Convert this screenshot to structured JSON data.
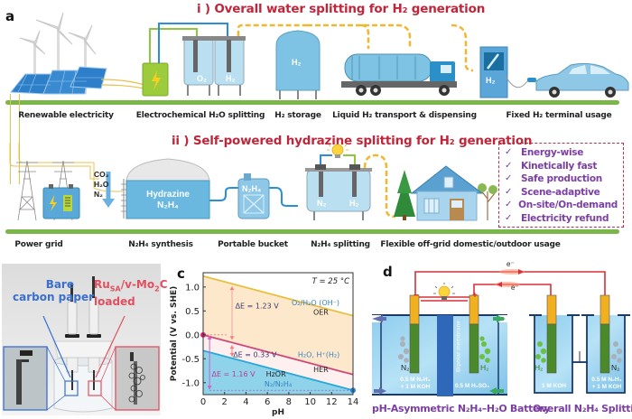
{
  "panel_a": {
    "letter": "a",
    "row1": {
      "title": "i ) Overall water splitting for H₂ generation",
      "stages": [
        {
          "label": "Renewable electricity"
        },
        {
          "label": "Electrochemical H₂O splitting"
        },
        {
          "label": "H₂ storage"
        },
        {
          "label": "Liquid H₂ transport & dispensing"
        },
        {
          "label": "Fixed H₂ terminal usage"
        }
      ],
      "tank_labels": {
        "o2": "O₂",
        "h2": "H₂",
        "storage": "H₂",
        "pump": "H₂"
      }
    },
    "row2": {
      "title": "ii ) Self-powered hydrazine splitting for H₂ generation",
      "stages": [
        {
          "label": "Power grid"
        },
        {
          "label": "N₂H₄ synthesis"
        },
        {
          "label": "Portable bucket"
        },
        {
          "label": "N₂H₄ splitting"
        },
        {
          "label": "Flexible off-grid domestic/outdoor usage"
        }
      ],
      "feed_labels": [
        "CO₂",
        "H₂O",
        "N₂"
      ],
      "tank_labels": {
        "hydrazine_line1": "Hydrazine",
        "hydrazine_line2": "N₂H₄",
        "bucket": "N₂H₄",
        "n2": "N₂",
        "h2": "H₂"
      },
      "advantages": [
        "Energy-wise",
        "Kinetically fast",
        "Safe production",
        "Scene-adaptive",
        "On-site/On-demand",
        "Electricity refund"
      ],
      "check_glyph": "✓"
    }
  },
  "panel_b": {
    "letter": "b",
    "left_callout_line1": "Bare",
    "left_callout_line2": "carbon paper",
    "right_callout_line1": "Ru",
    "right_callout_sub": "SA",
    "right_callout_line1b": "/v-Mo",
    "right_callout_sub2": "2",
    "right_callout_line1c": "C",
    "right_callout_line2": "loaded",
    "colors": {
      "left": "#3a6fd0",
      "right": "#e05060"
    }
  },
  "panel_d": {
    "letter": "d",
    "electron_label": "e⁻",
    "membrane_label": "Bipolar membrane",
    "left_cell": {
      "gas_left": "N₂",
      "gas_right": "H₂",
      "electrolyte_left_line1": "0.5 M N₂H₄",
      "electrolyte_left_line2": "+ 1 M KOH",
      "electrolyte_right": "0.5 M H₂SO₄",
      "minus": "−",
      "plus": "+"
    },
    "right_cell": {
      "gas_left": "H₂",
      "gas_right": "N₂",
      "electrolyte_left": "1 M KOH",
      "electrolyte_right_line1": "0.5 M N₂H₄",
      "electrolyte_right_line2": "+ 1 M KOH"
    },
    "caption_left": "pH-Asymmetric N₂H₄–H₂O Battery",
    "caption_right": "Overall N₂H₄ Splitting"
  },
  "chart_data": {
    "type": "line",
    "panel_letter": "c",
    "title": "",
    "annotation_temperature": "T = 25 °C",
    "xlabel": "pH",
    "ylabel": "Potential (V vs. SHE)",
    "xlim": [
      0,
      14
    ],
    "ylim": [
      -1.25,
      1.3
    ],
    "xticks": [
      0,
      2,
      4,
      6,
      8,
      10,
      12,
      14
    ],
    "yticks": [
      -1.0,
      -0.5,
      0.0,
      0.5,
      1.0
    ],
    "ytick_labels": [
      "-1.0",
      "-0.5",
      "0.0",
      "0.5",
      "1.0"
    ],
    "grid": false,
    "series": [
      {
        "name": "O₂/H₂O (OH⁻)",
        "x": [
          0,
          14
        ],
        "y": [
          1.23,
          0.4
        ],
        "color": "#e8c040",
        "region_label": "OER"
      },
      {
        "name": "H₂O, H⁺(H₂)",
        "x": [
          0,
          14
        ],
        "y": [
          0.0,
          -0.83
        ],
        "color": "#d0487a",
        "region_label": "HER"
      },
      {
        "name": "N₂/N₂H₄",
        "x": [
          0,
          14
        ],
        "y": [
          -0.33,
          -1.16
        ],
        "color": "#2aa8d8",
        "region_label": "HzOR"
      }
    ],
    "annotations": [
      {
        "text": "ΔE = 1.23 V",
        "color": "#3a3a70"
      },
      {
        "text": "ΔE = 0.33 V",
        "color": "#3a3a70"
      },
      {
        "text": "ΔE = 1.16 V",
        "color": "#c03898"
      }
    ],
    "markers": [
      {
        "x": 0,
        "y": 0.0,
        "color": "#e0207a"
      },
      {
        "x": 14,
        "y": -1.16,
        "color": "#2a80c8"
      }
    ],
    "region_fills": {
      "oer": "#fde8cc",
      "her": "#fdf0ee",
      "hzor": "#8ed3ea"
    }
  }
}
